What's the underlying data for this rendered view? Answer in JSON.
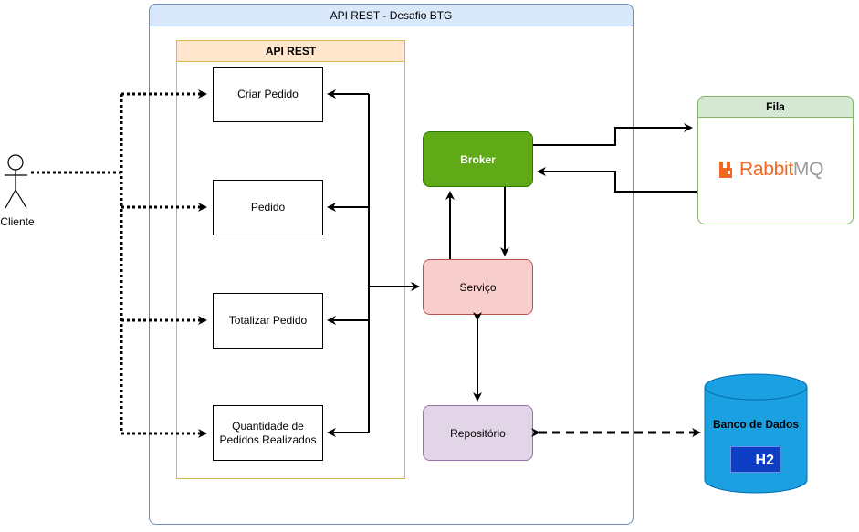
{
  "containers": {
    "outer_title": "API REST - Desafio BTG",
    "inner_title": "API REST",
    "queue_title": "Fila"
  },
  "endpoints": {
    "criar_pedido": "Criar Pedido",
    "pedido": "Pedido",
    "totalizar_pedido": "Totalizar Pedido",
    "quantidade": "Quantidade de\nPedidos Realizados"
  },
  "components": {
    "broker": "Broker",
    "servico": "Serviço",
    "repositorio": "Repositório"
  },
  "actor": {
    "label": "Cliente"
  },
  "rabbitmq": {
    "word1": "Rabbit",
    "word2": "MQ"
  },
  "database": {
    "label": "Banco de Dados",
    "logo": "H2"
  },
  "colors": {
    "outer_fill": "#dae8fc",
    "outer_stroke": "#6c8ebf",
    "inner_fill": "#ffe6cc",
    "inner_stroke": "#d6b656",
    "broker_fill": "#60a917",
    "servico_fill": "#f8cecc",
    "repo_fill": "#e1d5e7",
    "fila_fill": "#d5e8d4",
    "db_fill": "#1ba1e2",
    "rabbit_orange": "#f26722",
    "rabbit_gray": "#9b9b9b"
  }
}
